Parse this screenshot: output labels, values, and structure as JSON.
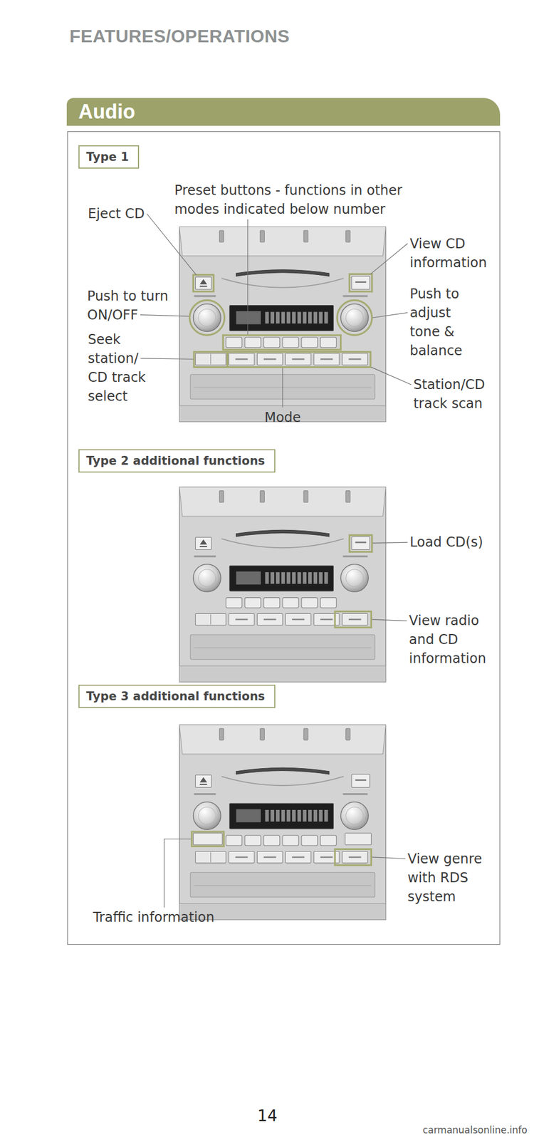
{
  "diagram": {
    "title": "FEATURES/OPERATIONS",
    "nodes": [
      {
        "text": [
          "Audio"
        ]
      },
      {
        "text": [
          "Type 1"
        ]
      },
      {
        "text": [
          "Type 2 additional functions"
        ]
      },
      {
        "text": [
          "Type 3 additional functions"
        ]
      }
    ],
    "labels": [
      "Eject CD",
      "Preset buttons - functions in other modes indicated below number",
      "View CD information",
      "Push to turn ON/OFF",
      "Seek station/ CD track select",
      "Push to adjust tone & balance",
      "Station/CD track scan",
      "Mode",
      "Load CD(s)",
      "View radio and CD information",
      "View genre with RDS system",
      "Traffic information",
      "14",
      "carmanualsonline.info"
    ]
  }
}
